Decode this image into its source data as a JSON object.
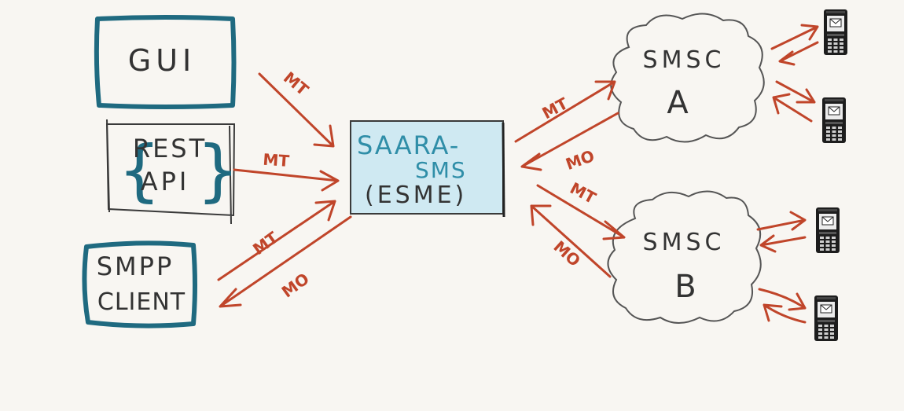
{
  "colors": {
    "background": "#f8f6f2",
    "client_box": "#1f6a80",
    "rest_box": "#3a3a3a",
    "esme_fill": "#cfe9f2",
    "esme_border": "#3a3a3a",
    "esme_text": "#2f8ea8",
    "arrow": "#c0452a",
    "ink": "#333333",
    "cloud": "#555555",
    "phone_body": "#1d1d1d",
    "phone_screen": "#ececec"
  },
  "clients": {
    "gui": {
      "label": "GUI"
    },
    "rest_api": {
      "line1": "REST",
      "line2": "API",
      "brace_left": "{",
      "brace_right": "}"
    },
    "smpp_client": {
      "line1": "SMPP",
      "line2": "CLIENT"
    }
  },
  "esme": {
    "line1": "SAARA-",
    "line2": "SMS",
    "line3": "(ESME)"
  },
  "smsc_a": {
    "line1": "SMSC",
    "line2": "A"
  },
  "smsc_b": {
    "line1": "SMSC",
    "line2": "B"
  },
  "arrow_labels": {
    "gui_mt": "MT",
    "rest_mt": "MT",
    "smpp_mt": "MT",
    "smpp_mo": "MO",
    "smsc_a_mt": "MT",
    "smsc_a_mo": "MO",
    "smsc_b_mt": "MT",
    "smsc_b_mo": "MO"
  },
  "phones": [
    {
      "icon": "mobile-phone-icon"
    },
    {
      "icon": "mobile-phone-icon"
    },
    {
      "icon": "mobile-phone-icon"
    },
    {
      "icon": "mobile-phone-icon"
    }
  ]
}
